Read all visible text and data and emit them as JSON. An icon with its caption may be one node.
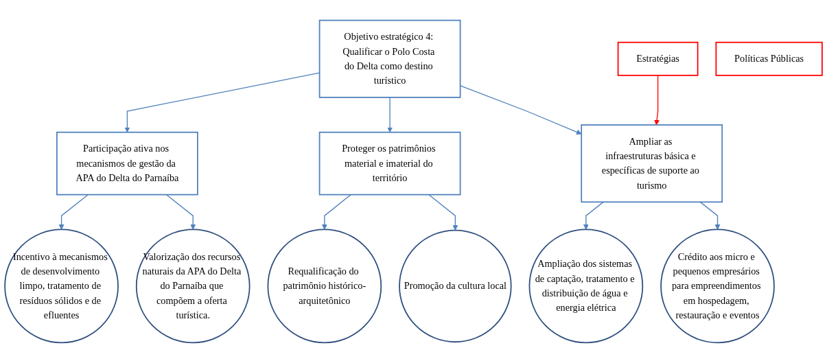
{
  "diagram": {
    "nodes": [
      {
        "text": [
          "Objetivo estratégico 4: Qualificar o Polo Costa do Delta como destino turístico"
        ]
      },
      {
        "text": [
          "Participação ativa nos mecanismos de gestão da APA do Delta do Parnaíba"
        ]
      },
      {
        "text": [
          "Proteger os patrimônios material e imaterial do território"
        ]
      },
      {
        "text": [
          "Ampliar as infraestruturas básica e específicas de suporte ao turismo"
        ]
      },
      {
        "text": [
          "Estratégias"
        ]
      },
      {
        "text": [
          "Incentivo à mecanismos de desenvolvimento limpo, tratamento de resíduos sólidos e de efluentes"
        ]
      },
      {
        "text": [
          "Valorização dos recursos naturais da APA do Delta do Parnaíba que compõem a oferta turística."
        ]
      },
      {
        "text": [
          "Requalificação do patrimônio histórico-arquitetônico"
        ]
      },
      {
        "text": [
          "Promoção da cultura local"
        ]
      },
      {
        "text": [
          "Ampliação dos sistemas de captação, tratamento e distribuição de água e energia elétrica"
        ]
      },
      {
        "text": [
          "Crédito aos micro e pequenos empresários para empreendimentos em hospedagem, restauração e eventos"
        ]
      },
      {
        "text": [
          "Políticas Públicas"
        ]
      }
    ],
    "edges": [
      {
        "from": 0,
        "to": 1,
        "arrow": "to"
      },
      {
        "from": 0,
        "to": 2,
        "arrow": "to"
      },
      {
        "from": 0,
        "to": 3,
        "arrow": "to"
      },
      {
        "from": 4,
        "to": 3,
        "arrow": "to",
        "color": "#ff0000"
      },
      {
        "from": 1,
        "to": 5,
        "arrow": "to"
      },
      {
        "from": 1,
        "to": 6,
        "arrow": "to"
      },
      {
        "from": 2,
        "to": 7,
        "arrow": "to"
      },
      {
        "from": 2,
        "to": 8,
        "arrow": "to"
      },
      {
        "from": 3,
        "to": 9,
        "arrow": "to"
      },
      {
        "from": 3,
        "to": 10,
        "arrow": "to"
      }
    ]
  }
}
